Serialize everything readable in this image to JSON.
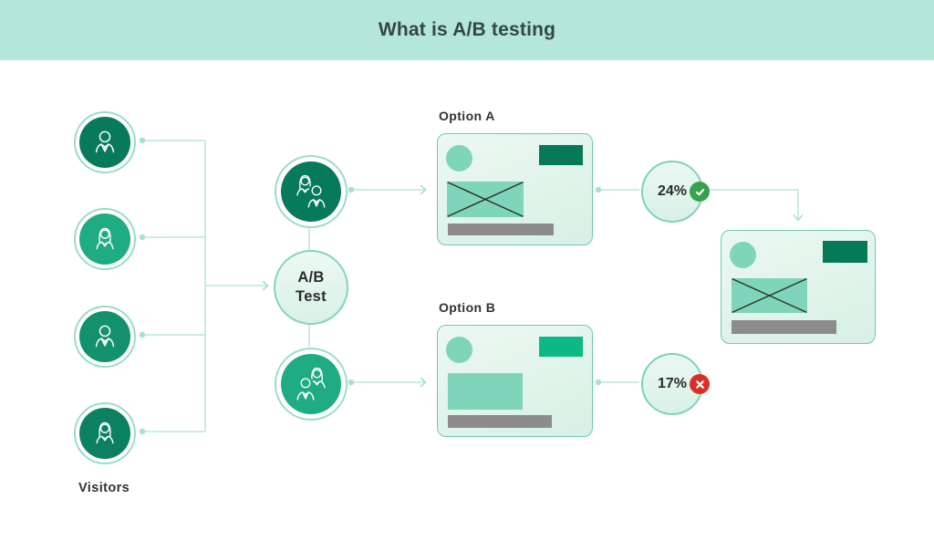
{
  "header": {
    "title": "What is A/B testing"
  },
  "visitors": {
    "label": "Visitors",
    "avatars": [
      {
        "icon": "male-avatar-icon",
        "color": "#077a5b"
      },
      {
        "icon": "female-avatar-icon",
        "color": "#1fac82"
      },
      {
        "icon": "male-avatar-icon",
        "color": "#12916c"
      },
      {
        "icon": "female-avatar-icon",
        "color": "#0b8161"
      }
    ]
  },
  "ab_test": {
    "label": "A/B Test"
  },
  "groups": [
    {
      "icon": "people-group-icon",
      "color": "#077a5b",
      "feeds": "Option A"
    },
    {
      "icon": "people-group-icon",
      "color": "#1fac82",
      "feeds": "Option B"
    }
  ],
  "options": [
    {
      "label": "Option A",
      "result": "24%",
      "outcome": "pass",
      "outcome_icon": "check-icon"
    },
    {
      "label": "Option B",
      "result": "17%",
      "outcome": "fail",
      "outcome_icon": "cross-icon"
    }
  ],
  "palette": {
    "header_bg": "#b4e7d9",
    "title_text": "#33483f",
    "ring": "#9cdcc6",
    "line": "#bce7d7",
    "dot": "#a8e1cd",
    "circle_fill_light": "#e7f7f0",
    "circle_border": "#84d4ba",
    "card_border": "#6fcbae",
    "mint_block": "#7ed5b9",
    "accent_option_a": "#067a58",
    "accent_option_b": "#0cb985",
    "gray_bar": "#8c8c8c",
    "check_green": "#36a24d",
    "cross_red": "#da2f28"
  }
}
